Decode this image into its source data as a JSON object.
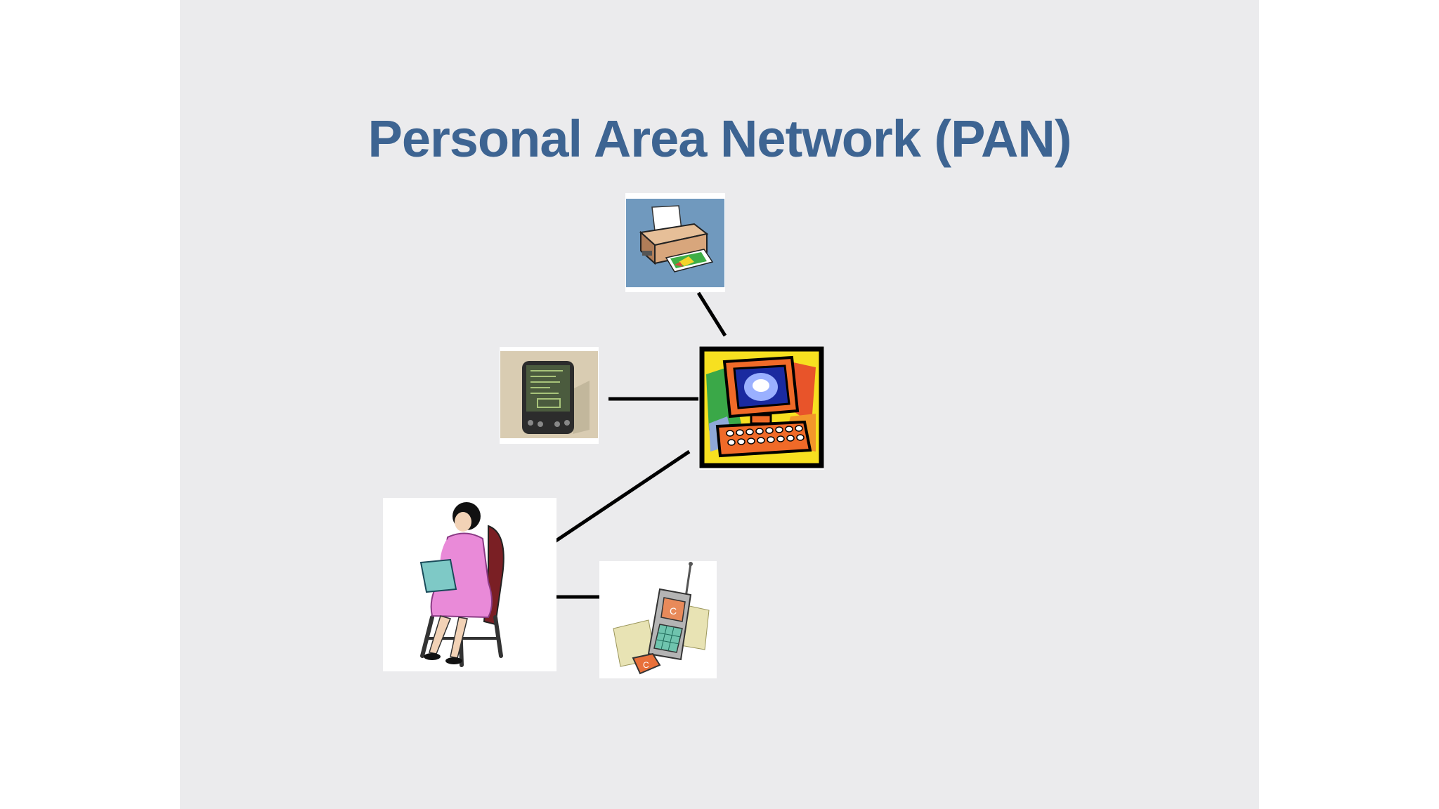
{
  "slide": {
    "title": "Personal Area Network (PAN)"
  },
  "devices": [
    {
      "id": "printer",
      "icon": "printer-icon"
    },
    {
      "id": "pda",
      "icon": "pda-icon"
    },
    {
      "id": "computer",
      "icon": "computer-icon"
    },
    {
      "id": "laptop-user",
      "icon": "woman-with-laptop-icon"
    },
    {
      "id": "mobile-phone",
      "icon": "mobile-phone-icon"
    }
  ],
  "connections": [
    {
      "from": "printer",
      "to": "computer"
    },
    {
      "from": "pda",
      "to": "computer"
    },
    {
      "from": "laptop-user",
      "to": "computer"
    },
    {
      "from": "laptop-user",
      "to": "mobile-phone"
    }
  ],
  "colors": {
    "slide_background": "#ebebed",
    "title": "#3d6492",
    "connector": "#000000"
  }
}
